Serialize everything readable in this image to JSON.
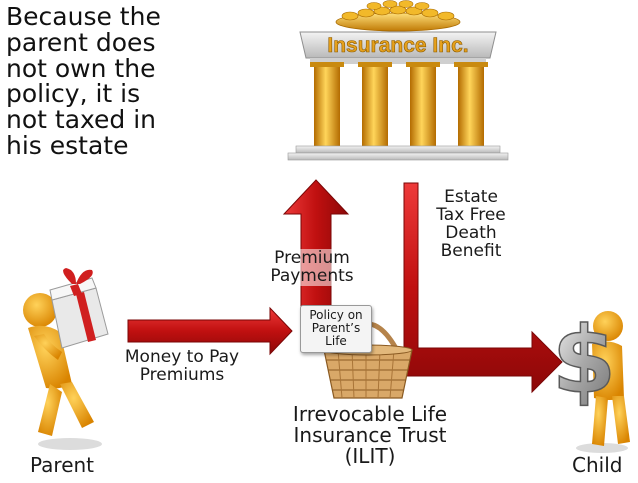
{
  "note": {
    "lines": [
      "Because the",
      "parent does",
      "not own the",
      "policy, it is",
      "not taxed in",
      "his estate"
    ]
  },
  "company": {
    "name": "Insurance Inc."
  },
  "arrows": {
    "premium": {
      "lines": [
        "Premium",
        "Payments"
      ]
    },
    "benefit": {
      "lines": [
        "Estate",
        "Tax Free",
        "Death",
        "Benefit"
      ]
    },
    "money": {
      "lines": [
        "Money to Pay",
        "Premiums"
      ]
    }
  },
  "policy": {
    "lines": [
      "Policy on",
      "Parent’s",
      "Life"
    ]
  },
  "trust": {
    "lines": [
      "Irrevocable Life",
      "Insurance Trust",
      "(ILIT)"
    ]
  },
  "parent": {
    "label": "Parent"
  },
  "child": {
    "label": "Child"
  },
  "colors": {
    "arrow": "#cc1a1a",
    "gold": "#e8a317",
    "figure": "#f2a30f",
    "gift": "#d01f1f"
  }
}
